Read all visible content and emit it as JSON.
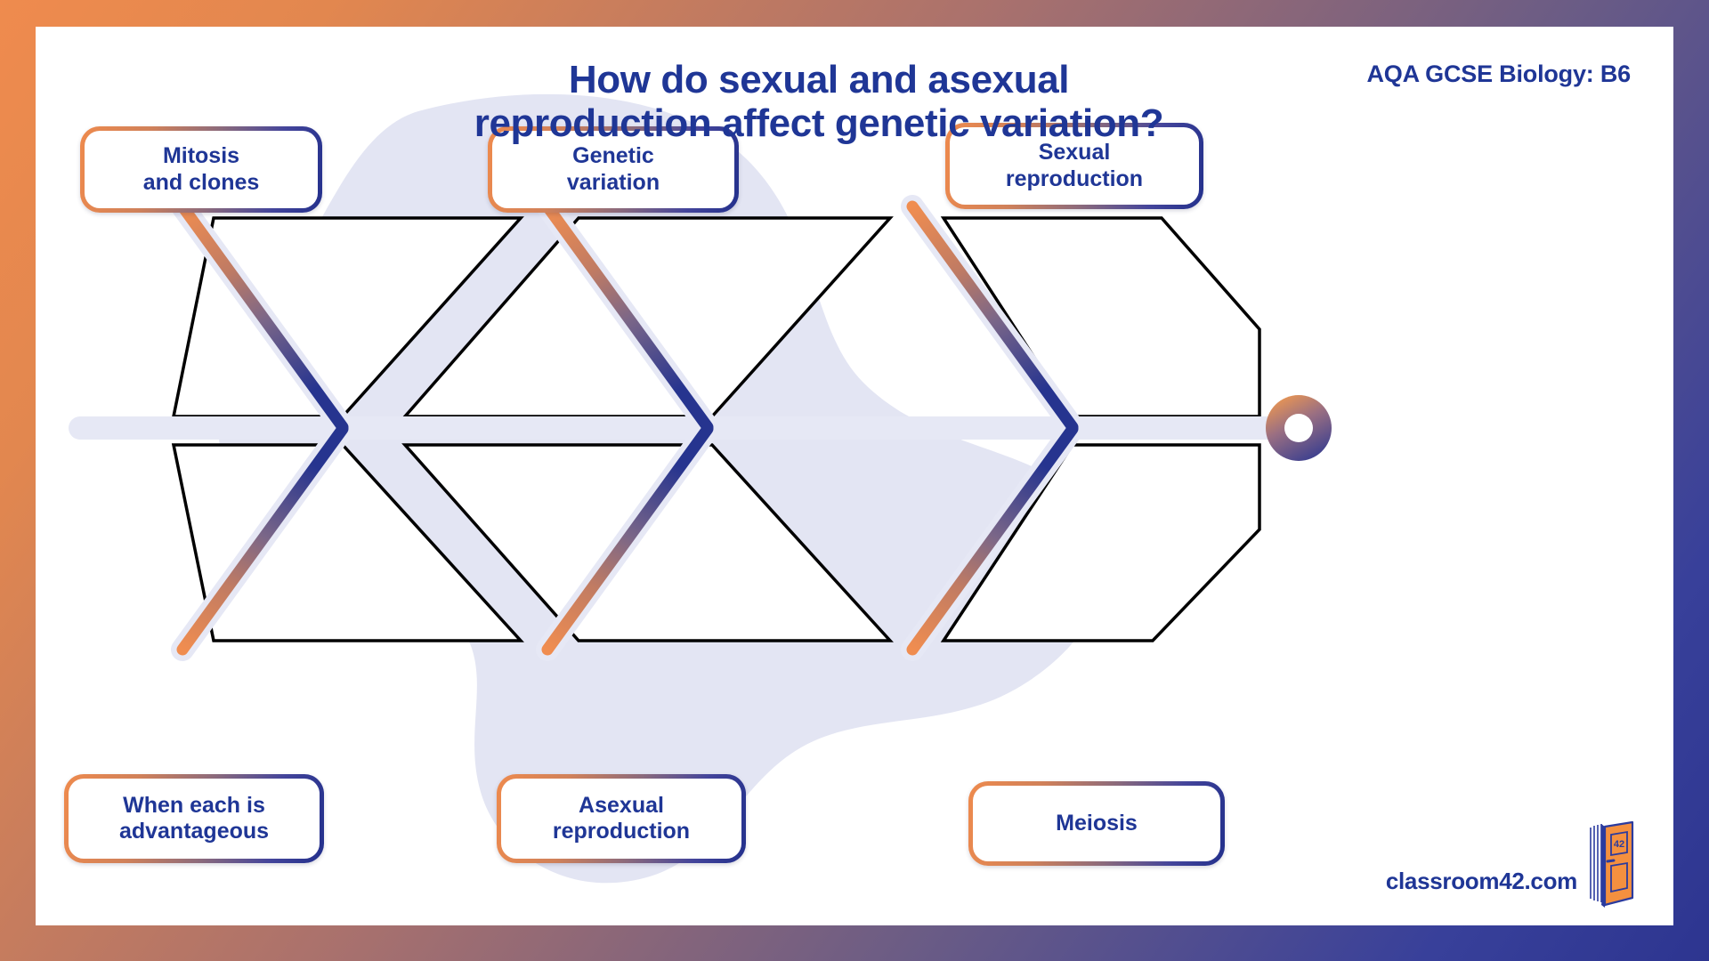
{
  "meta": {
    "title_line1": "How do sexual and asexual",
    "title_line2": "reproduction affect genetic variation?",
    "spec_badge": "AQA GCSE Biology: B6",
    "brand_text": "classroom42.com",
    "brand_mark_number": "42"
  },
  "colors": {
    "accent_orange": "#ee8a4d",
    "accent_blue": "#23308c",
    "title_blue": "#1f3696",
    "bone_outline": "#000000",
    "backdrop_blob": "#e2e4f2",
    "card_bg": "#ffffff"
  },
  "diagram": {
    "type": "fishbone",
    "spine_label": "central-spine",
    "top_branches": [
      {
        "id": "mitosis-and-clones",
        "label": "Mitosis\nand clones"
      },
      {
        "id": "genetic-variation",
        "label": "Genetic\nvariation"
      },
      {
        "id": "sexual-reproduction",
        "label": "Sexual\nreproduction"
      }
    ],
    "bottom_branches": [
      {
        "id": "when-each-is-advantageous",
        "label": "When each is\nadvantageous"
      },
      {
        "id": "asexual-reproduction",
        "label": "Asexual\nreproduction"
      },
      {
        "id": "meiosis",
        "label": "Meiosis"
      }
    ],
    "writing_areas": {
      "top_count": 3,
      "bottom_count": 3,
      "head_count": 2,
      "content": ""
    }
  }
}
